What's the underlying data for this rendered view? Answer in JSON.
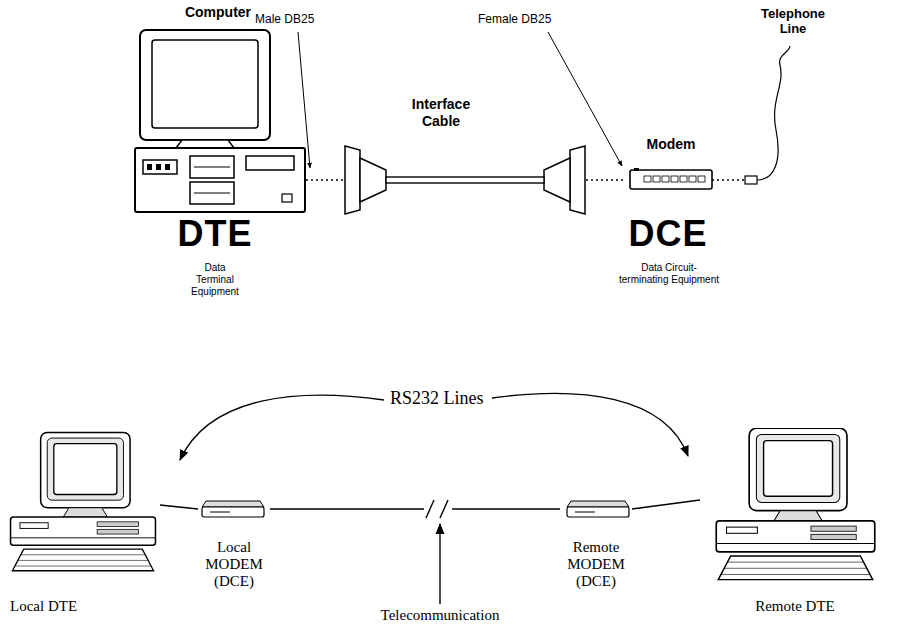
{
  "diagram": {
    "nodes": [
      {
        "text": [
          "Computer"
        ]
      },
      {
        "text": [
          "Modem"
        ]
      },
      {
        "text": [
          "Local DTE"
        ]
      },
      {
        "text": [
          "Local MODEM (DCE)"
        ]
      },
      {
        "text": [
          "Remote MODEM (DCE)"
        ]
      },
      {
        "text": [
          "Remote DTE"
        ]
      }
    ],
    "edges": [
      {
        "from": 0,
        "to": 1,
        "arrow": "none",
        "label": "Interface Cable"
      },
      {
        "from": 2,
        "to": 3,
        "arrow": "none"
      },
      {
        "from": 3,
        "to": 4,
        "arrow": "none"
      },
      {
        "from": 4,
        "to": 5,
        "arrow": "none"
      }
    ],
    "labels": [
      "Male DB25",
      "Female DB25",
      "Telephone Line",
      "DTE",
      "Data Terminal Equipment",
      "DCE",
      "Data Circuit-terminating Equipment",
      "RS232 Lines",
      "Telecommunication"
    ]
  }
}
